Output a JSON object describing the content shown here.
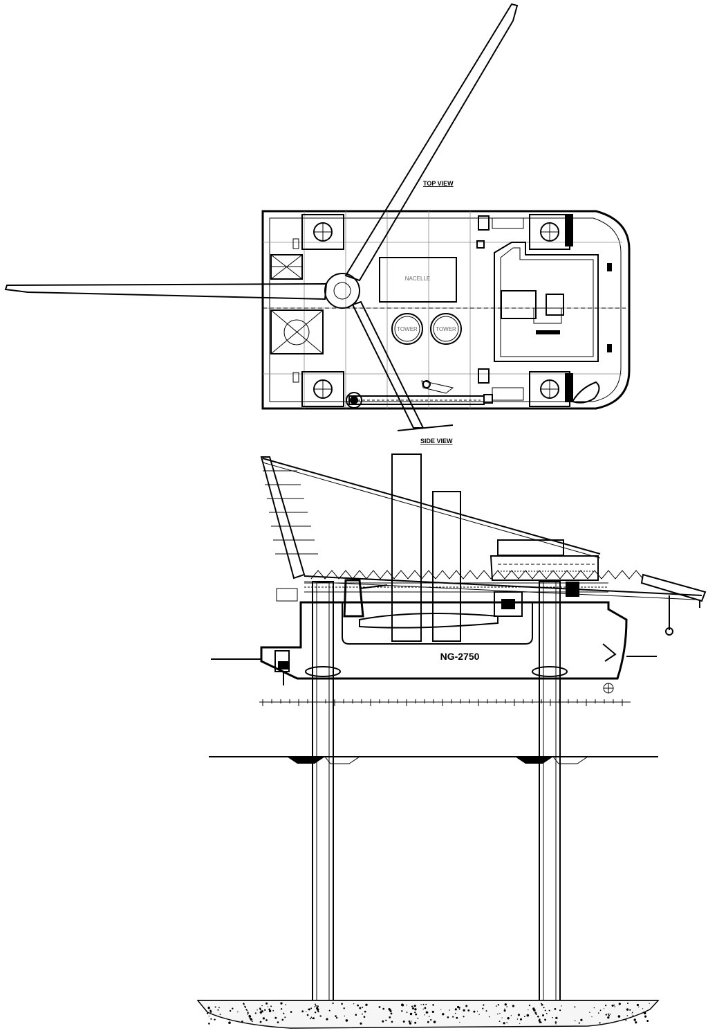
{
  "top_view": {
    "title": "TOP VIEW",
    "nacelle_label": "NACELLE",
    "tower_labels": [
      "TOWER",
      "TOWER"
    ]
  },
  "side_view": {
    "title": "SIDE VIEW",
    "hull_label": "NG-2750"
  },
  "colors": {
    "line": "#000000",
    "grid": "#888888",
    "background": "#ffffff"
  }
}
